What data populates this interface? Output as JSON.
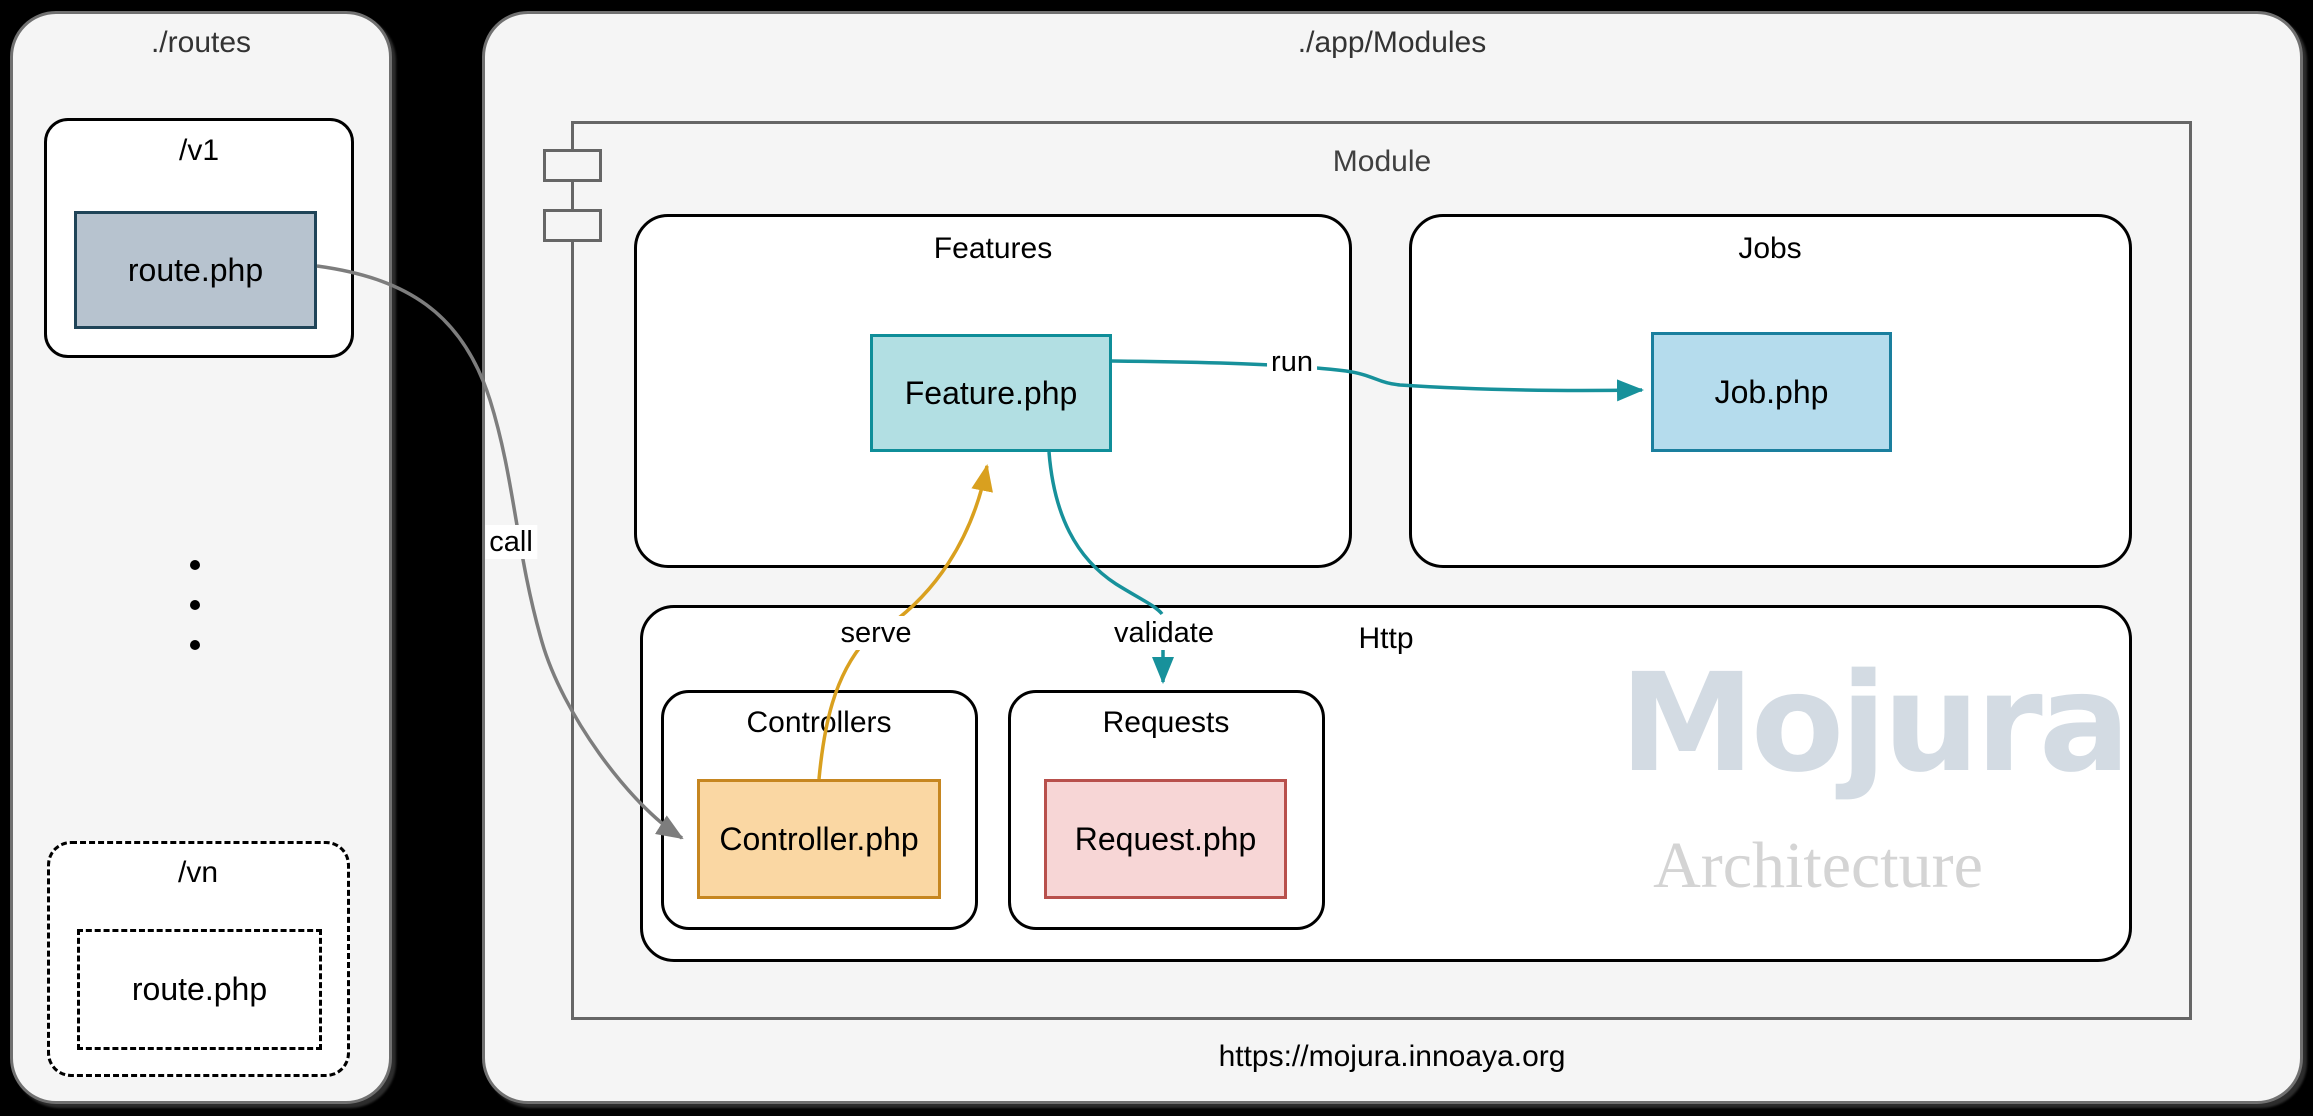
{
  "canvas": {
    "background": "#000000"
  },
  "left_panel": {
    "title": "./routes",
    "v1_group": {
      "label": "/v1",
      "file": "route.php"
    },
    "vn_group": {
      "label": "/vn",
      "file": "route.php"
    }
  },
  "right_panel": {
    "title": "./app/Modules",
    "footer_url": "https://mojura.innoaya.org",
    "module": {
      "label": "Module",
      "features_group": {
        "title": "Features",
        "file": "Feature.php"
      },
      "jobs_group": {
        "title": "Jobs",
        "file": "Job.php"
      },
      "http_group": {
        "title": "Http",
        "controllers_group": {
          "title": "Controllers",
          "file": "Controller.php"
        },
        "requests_group": {
          "title": "Requests",
          "file": "Request.php"
        },
        "watermark": {
          "brand": "Mojura",
          "subtitle": "Architecture"
        }
      }
    }
  },
  "edges": {
    "call": {
      "label": "call",
      "color": "#7d7d7d"
    },
    "serve": {
      "label": "serve",
      "color": "#d9a01f"
    },
    "validate": {
      "label": "validate",
      "color": "#17919b"
    },
    "run": {
      "label": "run",
      "color": "#17919b"
    }
  },
  "node_colors": {
    "route_php": {
      "fill": "#b7c3cf",
      "stroke": "#1f4458"
    },
    "feature_php": {
      "fill": "#b2dfe3",
      "stroke": "#0f8e99"
    },
    "job_php": {
      "fill": "#b5dced",
      "stroke": "#1a7f9e"
    },
    "controller_php": {
      "fill": "#fad7a3",
      "stroke": "#c68620"
    },
    "request_php": {
      "fill": "#f7d6d6",
      "stroke": "#b8504c"
    },
    "watermark_brand": "#d3dbe3",
    "watermark_sub": "#d4d4d4"
  }
}
